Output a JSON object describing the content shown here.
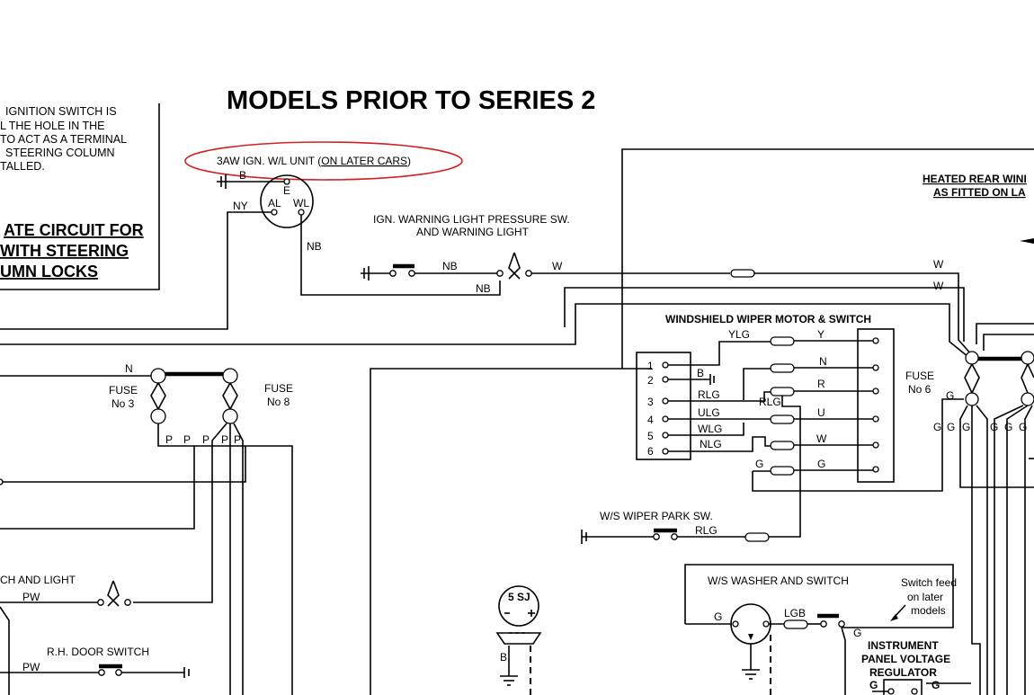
{
  "title": "MODELS PRIOR TO SERIES 2",
  "note_box": {
    "lines": [
      "IGNITION SWITCH IS",
      "L THE HOLE IN THE",
      "TO ACT AS A TERMINAL",
      "STEERING COLUMN",
      "TALLED."
    ],
    "heading_lines": [
      "ATE CIRCUIT FOR",
      "WITH STEERING",
      "UMN LOCKS"
    ]
  },
  "ign_unit": {
    "label_main": "3AW IGN. W/L UNIT  (",
    "label_paren": "ON LATER CARS",
    "label_close": ")",
    "highlight_color": "#d42020",
    "terminals": {
      "b": "B",
      "e": "E",
      "al": "AL",
      "wl": "WL"
    }
  },
  "pressure_sw": {
    "line1": "IGN. WARNING LIGHT PRESSURE SW.",
    "line2": "AND WARNING LIGHT"
  },
  "heated_rear": {
    "line1": "HEATED REAR WINI",
    "line2": "AS FITTED ON LA"
  },
  "wiper_motor": {
    "title": "WINDSHIELD WIPER MOTOR & SWITCH",
    "switch_numbers": [
      "1",
      "2",
      "3",
      "4",
      "5",
      "6"
    ]
  },
  "fuse_3": {
    "line1": "FUSE",
    "line2": "No 3"
  },
  "fuse_8": {
    "line1": "FUSE",
    "line2": "No 8"
  },
  "fuse_6": {
    "line1": "FUSE",
    "line2": "No 6"
  },
  "wiper_park": "W/S WIPER PARK SW.",
  "washer": "W/S WASHER AND SWITCH",
  "switch_feed": [
    "Switch feed",
    "on later",
    "models"
  ],
  "regulator": [
    "INSTRUMENT",
    "PANEL VOLTAGE",
    "REGULATOR"
  ],
  "horn_light": "CH AND LIGHT",
  "door_switch": "R.H. DOOR SWITCH",
  "component_5sj": "5 SJ",
  "wire_codes": {
    "ny": "NY",
    "nb1": "NB",
    "nb2": "NB",
    "nb3": "NB",
    "w1": "W",
    "w2": "W",
    "w3": "W",
    "n1": "N",
    "n2": "N",
    "p1": "P",
    "p2": "P",
    "p3": "P",
    "p4": "P",
    "p5": "P",
    "ylg": "YLG",
    "y": "Y",
    "b": "B",
    "rlg1": "RLG",
    "rlg2": "RLG",
    "rlg3": "RLG",
    "r": "R",
    "ulg": "ULG",
    "u": "U",
    "wlg": "WLG",
    "nlg": "NLG",
    "w4": "W",
    "g1": "G",
    "g2": "G",
    "g3": "G",
    "g4": "G",
    "g5": "G",
    "g6": "G",
    "g7": "G",
    "g8": "G",
    "g9": "G",
    "g10": "G",
    "g11": "G",
    "g12": "G",
    "lgb": "LGB",
    "pw1": "PW",
    "pw2": "PW",
    "b2": "B"
  }
}
